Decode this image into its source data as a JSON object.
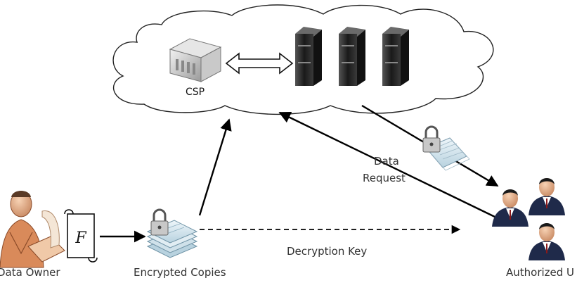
{
  "nodes": {
    "csp": "CSP",
    "data_owner": "Data Owner",
    "encrypted_copies": "Encrypted Copies",
    "authorized_users": "Authorized U",
    "file_letter": "F"
  },
  "edges": {
    "data_request_line1": "Data",
    "data_request_line2": "Request",
    "decryption_key": "Decryption Key"
  },
  "colors": {
    "cloud_stroke": "#222222",
    "server_body": "#2b2b2b",
    "owner_skin": "#d98a5a",
    "user_suit": "#1f2a4a",
    "doc_tint": "#c9dde8"
  }
}
